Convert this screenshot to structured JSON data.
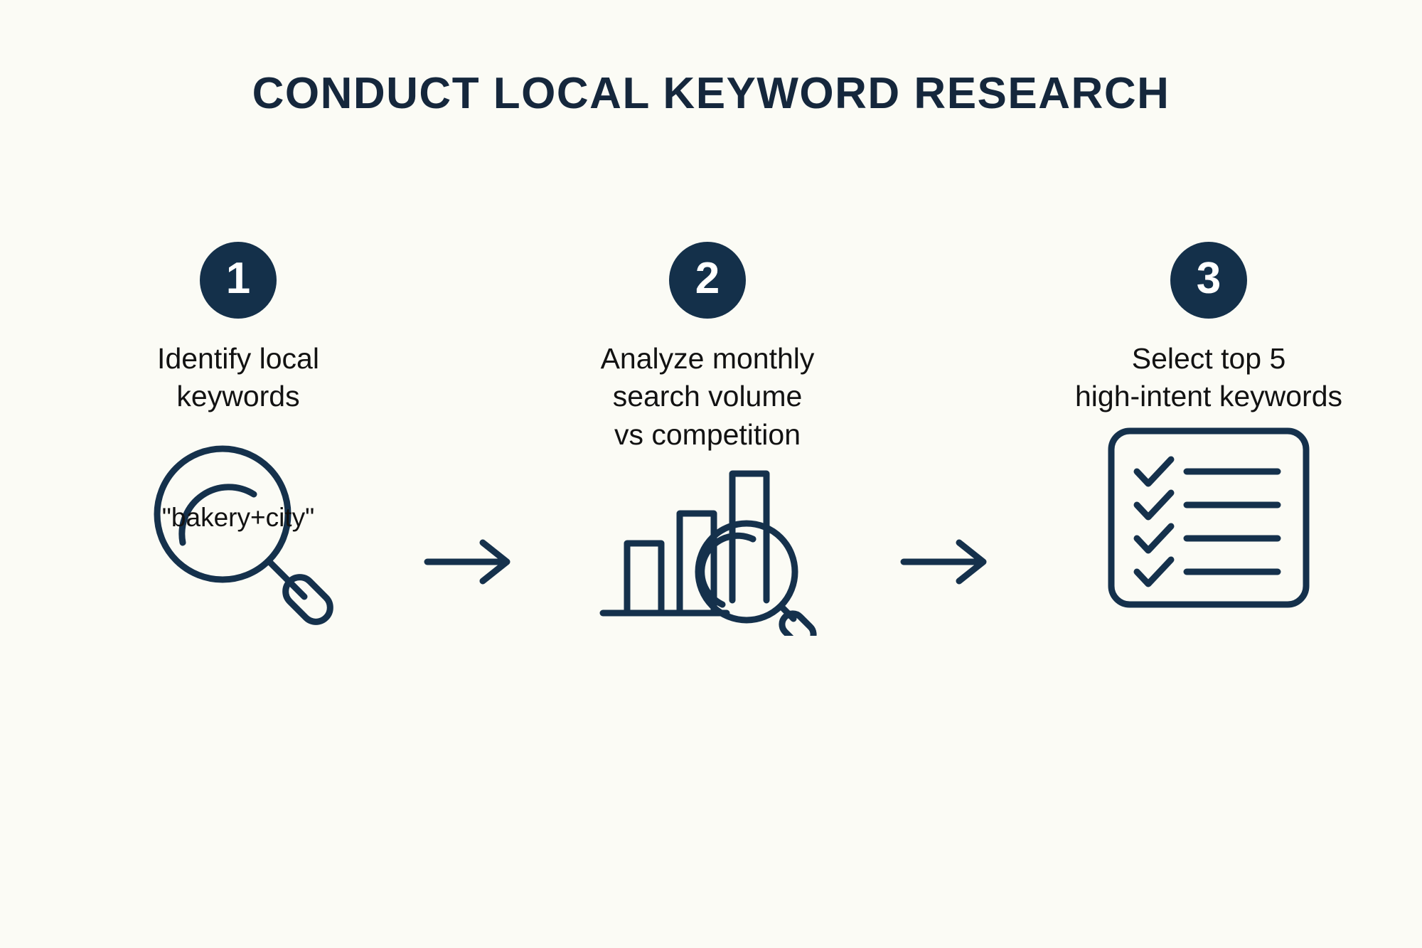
{
  "page": {
    "title": "CONDUCT LOCAL KEYWORD RESEARCH",
    "background_color": "#fbfbf5",
    "accent_color": "#14304a",
    "text_color": "#121212"
  },
  "steps": [
    {
      "number": "1",
      "caption_line_1": "Identify local",
      "caption_line_2": "keywords",
      "caption_line_3": "",
      "icon": "magnifier-icon",
      "keyword_example": "\"bakery+city\""
    },
    {
      "number": "2",
      "caption_line_1": "Analyze monthly",
      "caption_line_2": "search volume",
      "caption_line_3": "vs competition",
      "icon": "bar-chart-magnifier-icon",
      "keyword_example": ""
    },
    {
      "number": "3",
      "caption_line_1": "Select top 5",
      "caption_line_2": "high-intent keywords",
      "caption_line_3": "",
      "icon": "checklist-icon",
      "keyword_example": ""
    }
  ],
  "connectors": [
    {
      "name": "arrow-right-icon"
    },
    {
      "name": "arrow-right-icon"
    }
  ]
}
